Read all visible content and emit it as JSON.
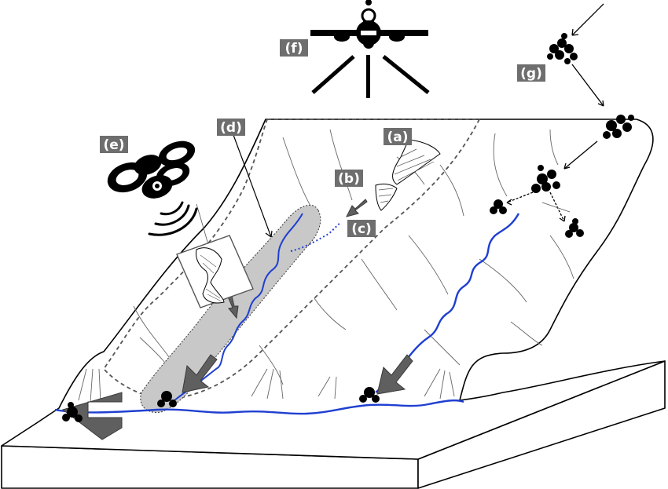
{
  "labels": {
    "a": "(a)",
    "b": "(b)",
    "c": "(c)",
    "d": "(d)",
    "e": "(e)",
    "f": "(f)",
    "g": "(g)"
  },
  "icons": {
    "aircraft": "airplane-icon",
    "drone": "drone-icon",
    "rockfall": "rockfall-icon"
  },
  "colors": {
    "river": "#1f3fd1",
    "arrow": "#5f5f5f",
    "corridor": "#c8c8c8",
    "outline": "#000000",
    "label_bg": "#6e6e6e"
  }
}
